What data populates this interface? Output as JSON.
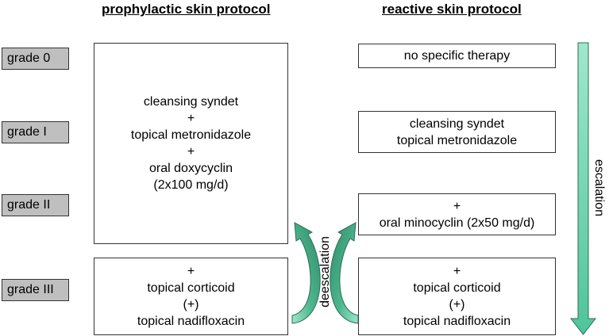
{
  "headings": {
    "prophylactic": "prophylactic skin protocol",
    "reactive": "reactive skin protocol"
  },
  "grades": [
    "grade 0",
    "grade I",
    "grade II",
    "grade III"
  ],
  "prophylactic_boxes": {
    "main": [
      "cleansing syndet",
      "+",
      "topical metronidazole",
      "+",
      "oral doxycyclin",
      "(2x100 mg/d)"
    ],
    "grade3": [
      "+",
      "topical corticoid",
      "(+)",
      "topical nadifloxacin"
    ]
  },
  "reactive_boxes": {
    "grade0": [
      "no specific therapy"
    ],
    "grade1": [
      "cleansing syndet",
      "topical metronidazole"
    ],
    "grade2": [
      "+",
      "oral minocyclin (2x50 mg/d)"
    ],
    "grade3": [
      "+",
      "topical corticoid",
      "(+)",
      "topical nadifloxacin"
    ]
  },
  "labels": {
    "escalation": "escalation",
    "deescalation": "deescalation"
  },
  "colors": {
    "arrow_fill_light": "#8fe0c4",
    "arrow_fill_dark": "#2e8a6a",
    "grade_fill": "#bfbfbf"
  }
}
